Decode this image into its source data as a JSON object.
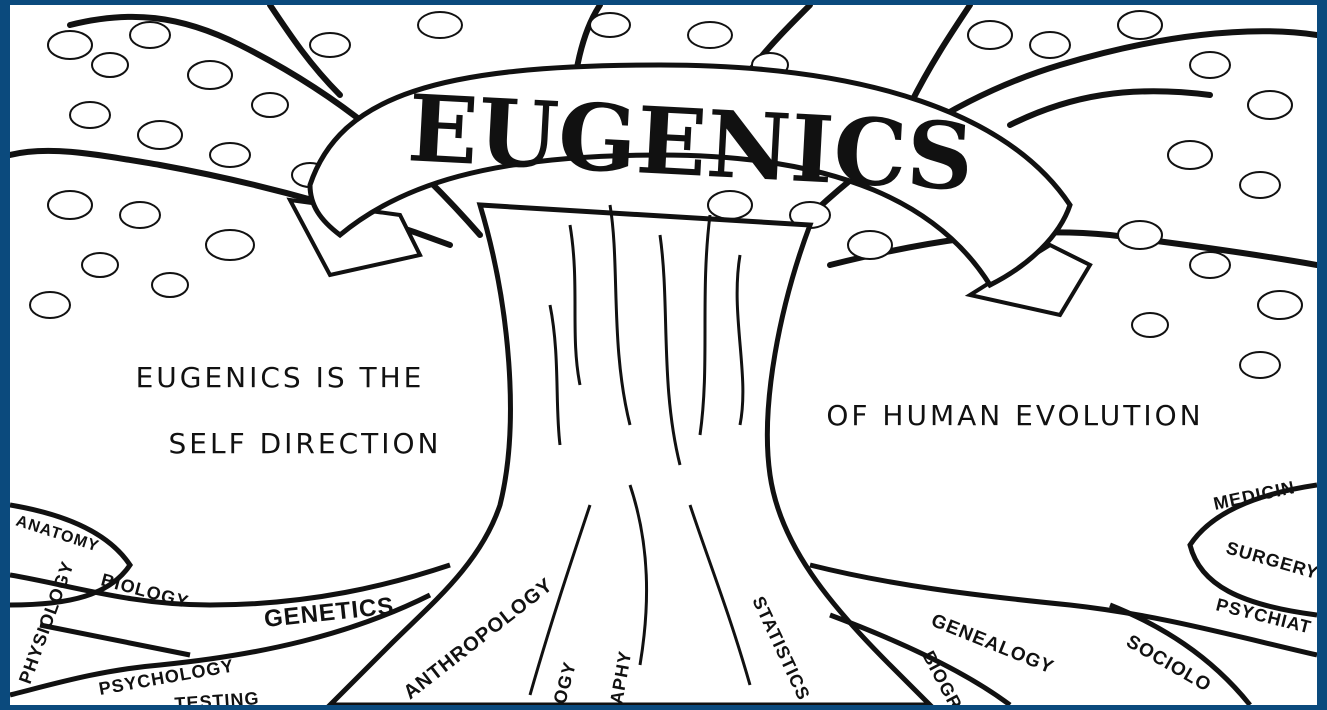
{
  "banner": {
    "title": "EUGENICS"
  },
  "motto": {
    "line1": "EUGENICS IS THE",
    "line2": "SELF DIRECTION",
    "line3": "OF HUMAN EVOLUTION"
  },
  "roots": {
    "anatomy": "ANATOMY",
    "physiology": "PHYSIOLOGY",
    "biology": "BIOLOGY",
    "genetics": "GENETICS",
    "psychology": "PSYCHOLOGY",
    "mental_testing": "TESTING",
    "anthropology": "ANTHROPOLOGY",
    "ology": "OGY",
    "aphy": "APHY",
    "statistics": "STATISTICS",
    "genealogy": "GENEALOGY",
    "biogr": "BIOGR",
    "sociology": "SOCIOLO",
    "medicine": "MEDICIN",
    "surgery": "SURGERY",
    "psychiatry": "PSYCHIAT"
  },
  "colors": {
    "border": "#0b4a7d",
    "ink": "#111111",
    "paper": "#ffffff"
  }
}
